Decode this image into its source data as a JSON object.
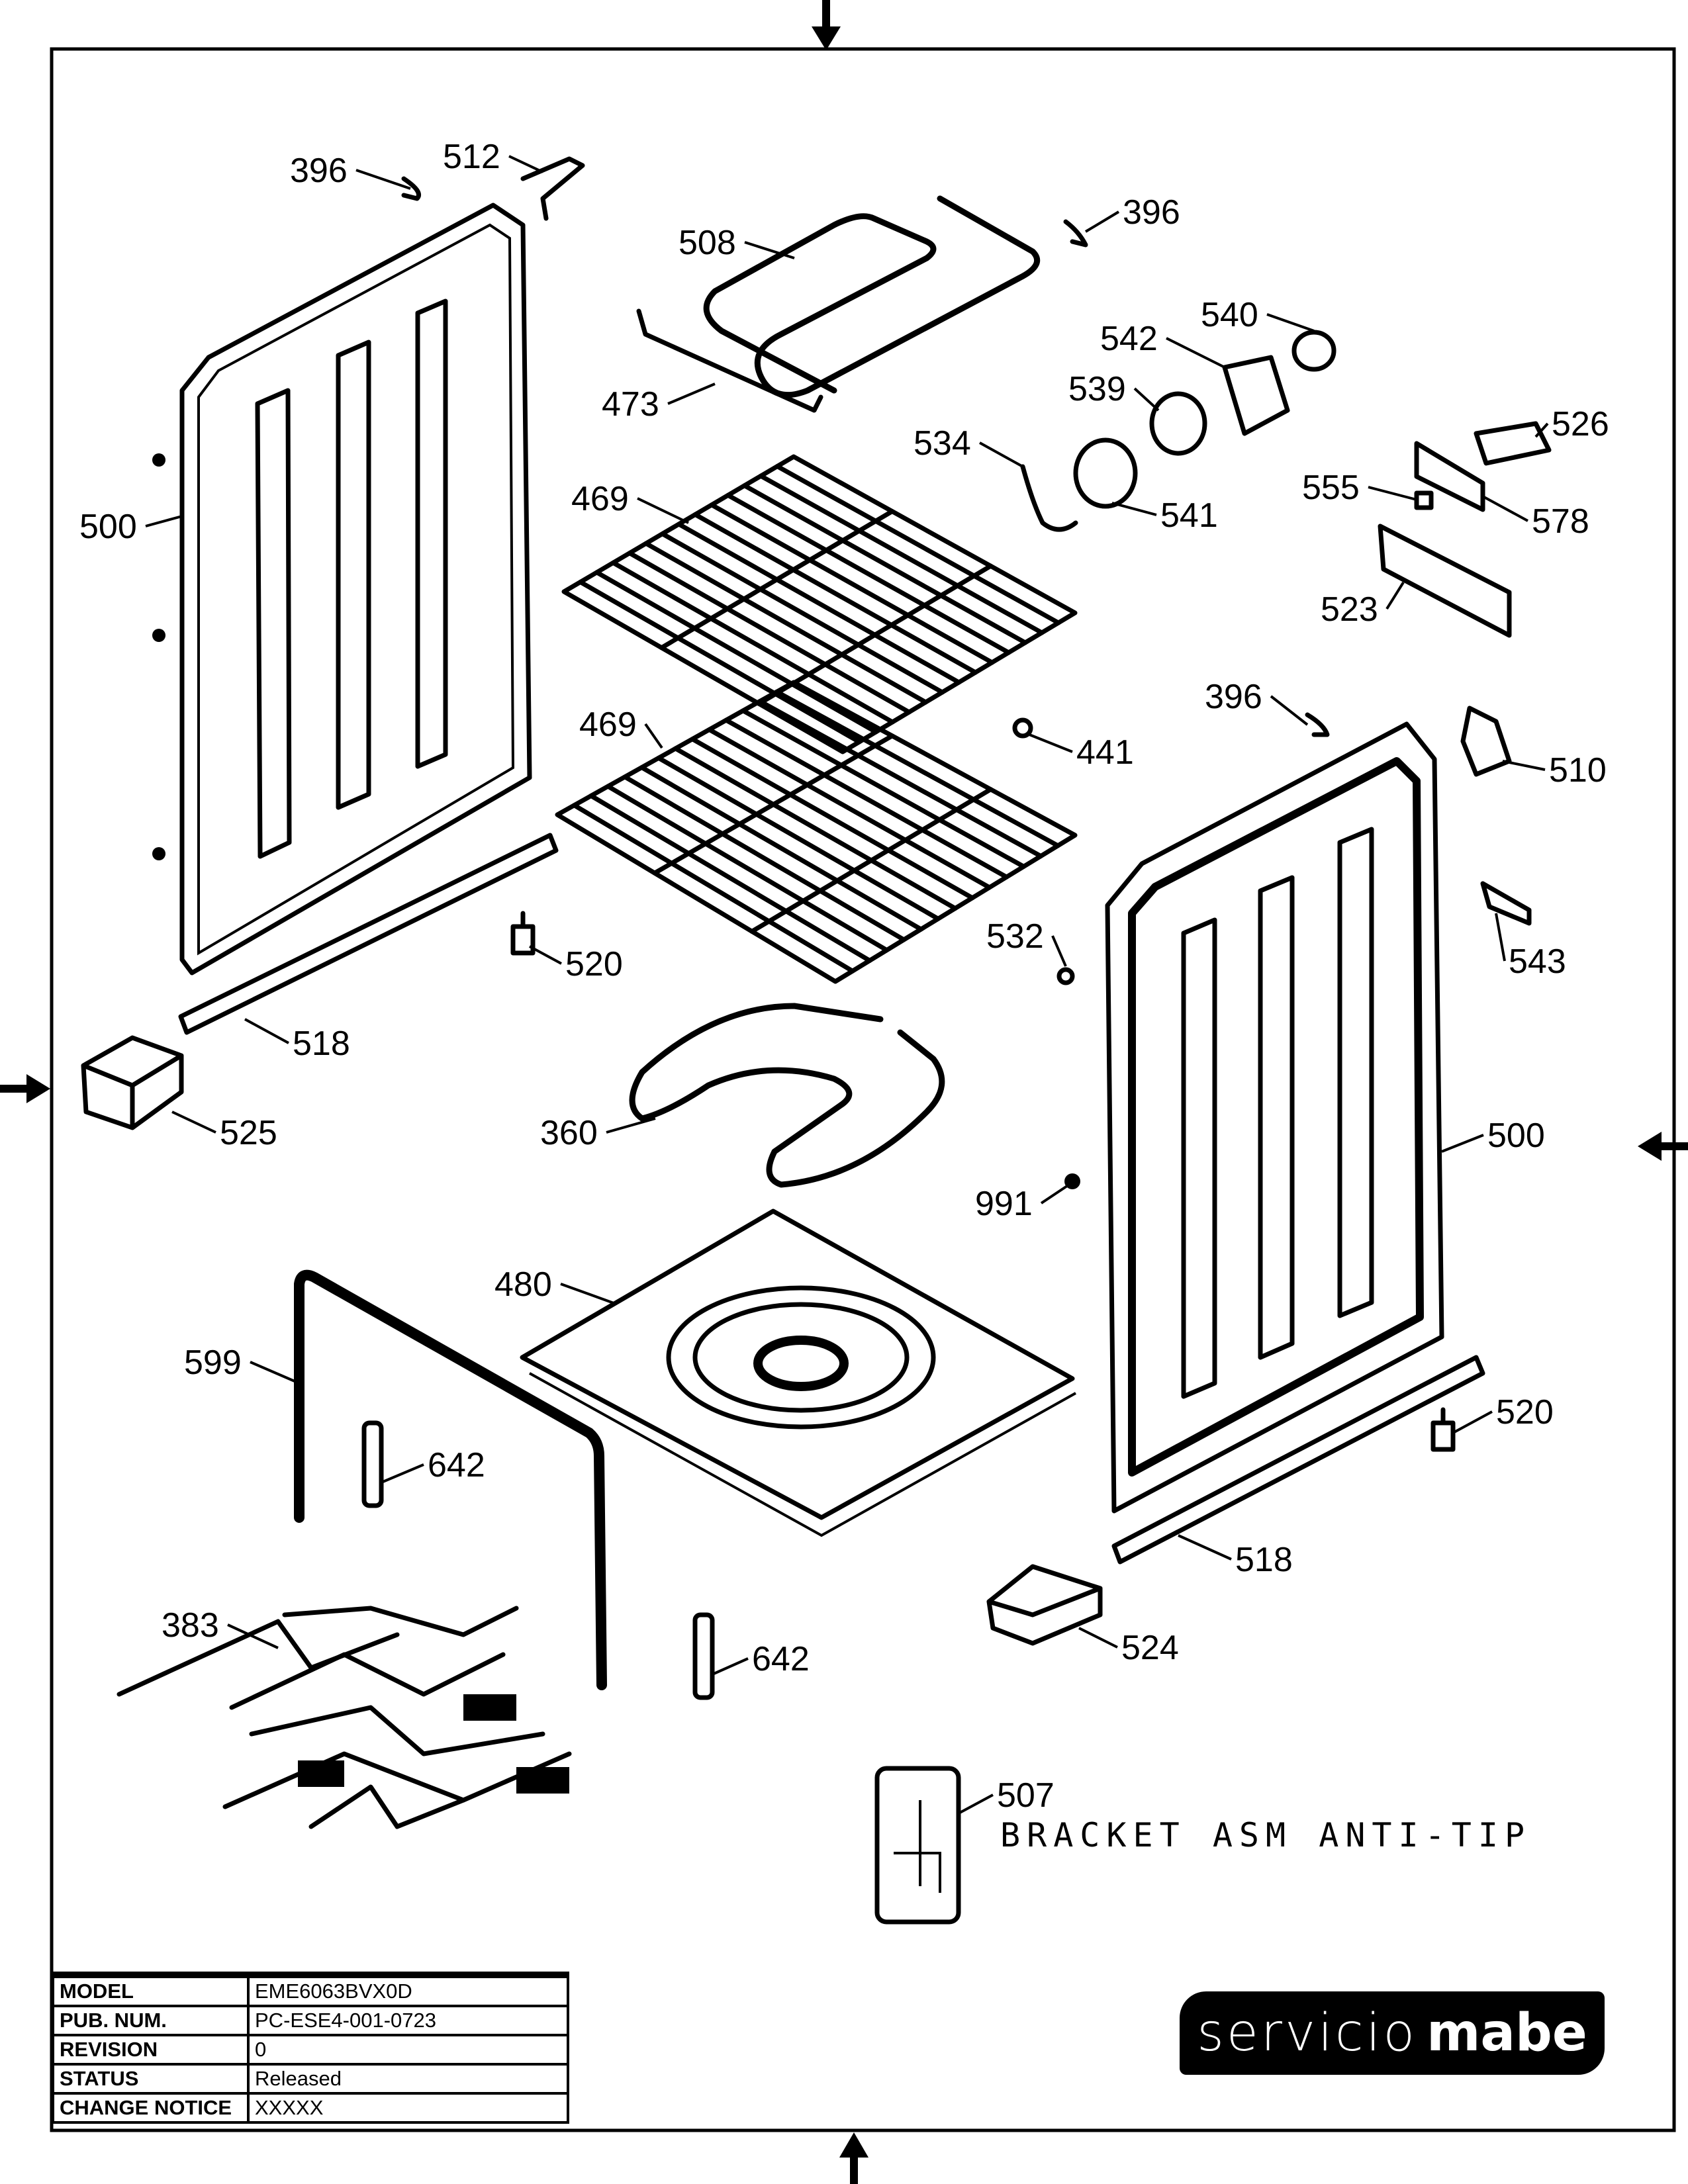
{
  "callouts": [
    "396",
    "512",
    "508",
    "396",
    "540",
    "542",
    "539",
    "473",
    "534",
    "526",
    "555",
    "578",
    "541",
    "500",
    "469",
    "523",
    "396",
    "469",
    "441",
    "510",
    "543",
    "532",
    "520",
    "518",
    "525",
    "360",
    "500",
    "991",
    "480",
    "599",
    "520",
    "642",
    "518",
    "383",
    "642",
    "524",
    "507"
  ],
  "note": "BRACKET ASM ANTI-TIP",
  "info_table": [
    {
      "label": "MODEL",
      "value": "EME6063BVX0D"
    },
    {
      "label": "PUB. NUM.",
      "value": "PC-ESE4-001-0723"
    },
    {
      "label": "REVISION",
      "value": "0"
    },
    {
      "label": "STATUS",
      "value": "Released"
    },
    {
      "label": "CHANGE NOTICE",
      "value": "XXXXX"
    }
  ],
  "logo": {
    "light": "servicio",
    "bold": "mabe"
  }
}
